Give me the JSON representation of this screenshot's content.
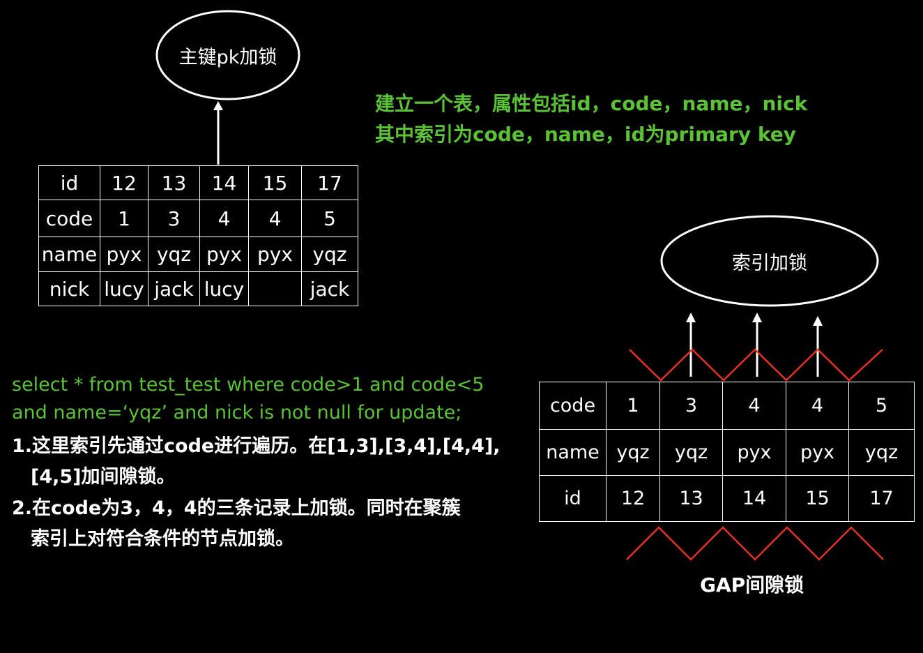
{
  "pk_lock_label": "主键pk加锁",
  "index_lock_label": "索引加锁",
  "gap_lock_label": "GAP间隙锁",
  "description": {
    "line1": "建立一个表，属性包括id，code，name，nick",
    "line2": "其中索引为code，name，id为primary key"
  },
  "query": {
    "line1": "select * from test_test where code>1 and code<5",
    "line2": " and name=‘yqz’ and nick is not null for update;"
  },
  "notes": [
    "1.这里索引先通过code进行遍历。在[1,3],[3,4],[4,4],",
    "[4,5]加间隙锁。",
    "2.在code为3，4，4的三条记录上加锁。同时在聚簇",
    "索引上对符合条件的节点加锁。"
  ],
  "pk_table": {
    "rows": [
      {
        "header": "id",
        "cells": [
          "12",
          "13",
          "14",
          "15",
          "17"
        ]
      },
      {
        "header": "code",
        "cells": [
          "1",
          "3",
          "4",
          "4",
          "5"
        ]
      },
      {
        "header": "name",
        "cells": [
          "pyx",
          "yqz",
          "pyx",
          "pyx",
          "yqz"
        ]
      },
      {
        "header": "nick",
        "cells": [
          "lucy",
          "jack",
          "lucy",
          "",
          "jack"
        ]
      }
    ],
    "highlight_column": 2
  },
  "index_table": {
    "rows": [
      {
        "header": "code",
        "cells": [
          "1",
          "3",
          "4",
          "4",
          "5"
        ]
      },
      {
        "header": "name",
        "cells": [
          "yqz",
          "yqz",
          "pyx",
          "pyx",
          "yqz"
        ]
      },
      {
        "header": "id",
        "cells": [
          "12",
          "13",
          "14",
          "15",
          "17"
        ]
      }
    ],
    "highlight_columns": [
      2,
      3
    ]
  },
  "colors": {
    "background": "#000000",
    "green": "#5bc236",
    "red": "#e53325",
    "white": "#ffffff"
  }
}
